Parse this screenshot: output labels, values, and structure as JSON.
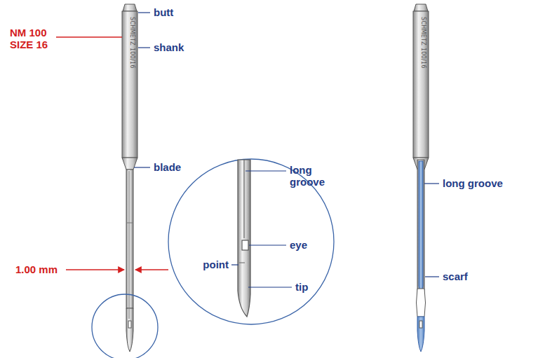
{
  "diagram": {
    "labels": [
      "butt",
      "NM 100 SIZE 16",
      "shank",
      "SCHMETZ 100/16",
      "blade",
      "1.00 mm",
      "long groove",
      "eye",
      "point",
      "tip",
      "SCHMETZ 100/16",
      "long groove",
      "scarf"
    ]
  }
}
